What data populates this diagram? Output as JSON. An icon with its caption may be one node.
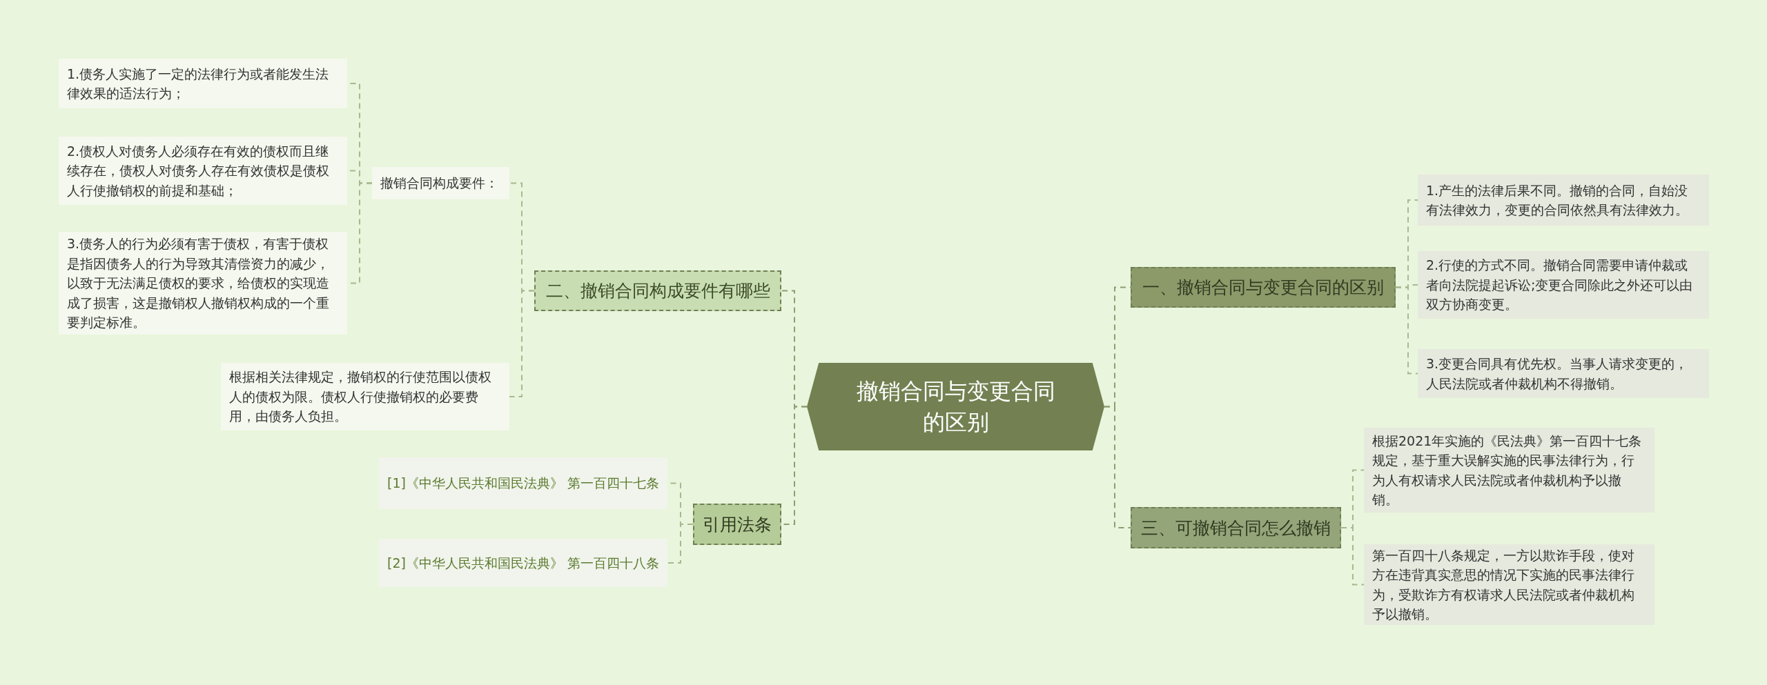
{
  "diagram": {
    "nodes": [
      {
        "text": [
          "撤销合同与变更合同的区别"
        ]
      },
      {
        "text": [
          "一、撤销合同与变更合同的区别"
        ]
      },
      {
        "text": [
          "1.产生的法律后果不同。撤销的合同，自始没有法律效力，变更的合同依然具有法律效力。"
        ]
      },
      {
        "text": [
          "2.行使的方式不同。撤销合同需要申请仲裁或者向法院提起诉讼;变更合同除此之外还可以由双方协商变更。"
        ]
      },
      {
        "text": [
          "3.变更合同具有优先权。当事人请求变更的，人民法院或者仲裁机构不得撤销。"
        ]
      },
      {
        "text": [
          "三、可撤销合同怎么撤销"
        ]
      },
      {
        "text": [
          "根据2021年实施的《民法典》第一百四十七条规定，基于重大误解实施的民事法律行为，行为人有权请求人民法院或者仲裁机构予以撤销。"
        ]
      },
      {
        "text": [
          "第一百四十八条规定，一方以欺诈手段，使对方在违背真实意思的情况下实施的民事法律行为，受欺诈方有权请求人民法院或者仲裁机构予以撤销。"
        ]
      },
      {
        "text": [
          "二、撤销合同构成要件有哪些"
        ]
      },
      {
        "text": [
          "撤销合同构成要件："
        ]
      },
      {
        "text": [
          "1.债务人实施了一定的法律行为或者能发生法律效果的适法行为；"
        ]
      },
      {
        "text": [
          "2.债权人对债务人必须存在有效的债权而且继续存在，债权人对债务人存在有效债权是债权人行使撤销权的前提和基础；"
        ]
      },
      {
        "text": [
          "3.债务人的行为必须有害于债权，有害于债权是指因债务人的行为导致其清偿资力的减少，以致于无法满足债权的要求，给债权的实现造成了损害，这是撤销权人撤销权构成的一个重要判定标准。"
        ]
      },
      {
        "text": [
          "根据相关法律规定，撤销权的行使范围以债权人的债权为限。债权人行使撤销权的必要费用，由债务人负担。"
        ]
      },
      {
        "text": [
          "引用法条"
        ]
      },
      {
        "text": [
          "[1]《中华人民共和国民法典》 第一百四十七条"
        ]
      },
      {
        "text": [
          "[2]《中华人民共和国民法典》 第一百四十八条"
        ]
      }
    ],
    "edges": [
      {
        "from": 0,
        "to": 1,
        "arrow": "none",
        "style": "dashed"
      },
      {
        "from": 1,
        "to": 2,
        "arrow": "none",
        "style": "dashed"
      },
      {
        "from": 1,
        "to": 3,
        "arrow": "none",
        "style": "dashed"
      },
      {
        "from": 1,
        "to": 4,
        "arrow": "none",
        "style": "dashed"
      },
      {
        "from": 0,
        "to": 5,
        "arrow": "none",
        "style": "dashed"
      },
      {
        "from": 5,
        "to": 6,
        "arrow": "none",
        "style": "dashed"
      },
      {
        "from": 5,
        "to": 7,
        "arrow": "none",
        "style": "dashed"
      },
      {
        "from": 0,
        "to": 8,
        "arrow": "none",
        "style": "dashed"
      },
      {
        "from": 8,
        "to": 9,
        "arrow": "none",
        "style": "dashed"
      },
      {
        "from": 9,
        "to": 10,
        "arrow": "none",
        "style": "dashed"
      },
      {
        "from": 9,
        "to": 11,
        "arrow": "none",
        "style": "dashed"
      },
      {
        "from": 9,
        "to": 12,
        "arrow": "none",
        "style": "dashed"
      },
      {
        "from": 8,
        "to": 13,
        "arrow": "none",
        "style": "dashed"
      },
      {
        "from": 0,
        "to": 14,
        "arrow": "none",
        "style": "dashed"
      },
      {
        "from": 14,
        "to": 15,
        "arrow": "none",
        "style": "dashed"
      },
      {
        "from": 14,
        "to": 16,
        "arrow": "none",
        "style": "dashed"
      }
    ]
  }
}
